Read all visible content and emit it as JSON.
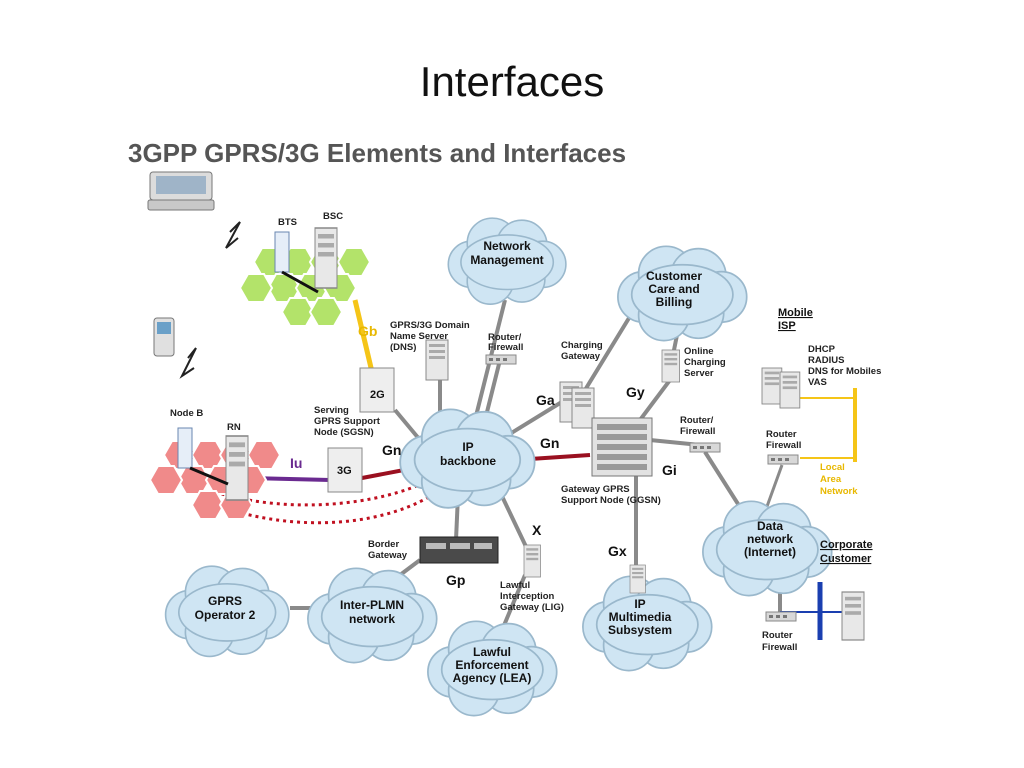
{
  "slide_title": "Interfaces",
  "diagram_title": "3GPP GPRS/3G Elements and Interfaces",
  "clouds": {
    "network_management": [
      "Network",
      "Management"
    ],
    "customer_care": [
      "Customer",
      "Care and",
      "Billing"
    ],
    "ip_backbone": [
      "IP",
      "backbone"
    ],
    "data_network": [
      "Data",
      "network",
      "(Internet)"
    ],
    "gprs_operator2": [
      "GPRS",
      "Operator 2"
    ],
    "inter_plmn": [
      "Inter-PLMN",
      "network"
    ],
    "lawful_enforcement": [
      "Lawful",
      "Enforcement",
      "Agency (LEA)"
    ],
    "ip_multimedia": [
      "IP",
      "Multimedia",
      "Subsystem"
    ]
  },
  "nodes": {
    "bts": "BTS",
    "bsc": "BSC",
    "node_b": "Node B",
    "rn": "RN",
    "sgsn_2g": "2G",
    "sgsn_3g": "3G",
    "sgsn_label": [
      "Serving",
      "GPRS Support",
      "Node (SGSN)"
    ],
    "dns_label": [
      "GPRS/3G Domain",
      "Name Server",
      "(DNS)"
    ],
    "router_firewall_top": [
      "Router/",
      "Firewall"
    ],
    "charging_gateway": [
      "Charging",
      "Gateway"
    ],
    "online_charging": [
      "Online",
      "Charging",
      "Server"
    ],
    "router_firewall_right": [
      "Router/",
      "Firewall"
    ],
    "ggsn_label": [
      "Gateway GPRS",
      "Support Node (GGSN)"
    ],
    "border_gateway": [
      "Border",
      "Gateway"
    ],
    "lig_label": [
      "Lawful",
      "Interception",
      "Gateway (LIG)"
    ],
    "mobile_isp": [
      "Mobile",
      "ISP"
    ],
    "isp_services": [
      "DHCP",
      "RADIUS",
      "DNS for Mobiles",
      "VAS"
    ],
    "router_firewall_isp": [
      "Router",
      "Firewall"
    ],
    "local_area_network": [
      "Local",
      "Area",
      "Network"
    ],
    "corporate_customer": [
      "Corporate",
      "Customer"
    ],
    "router_firewall_corp": [
      "Router",
      "Firewall"
    ]
  },
  "interfaces": {
    "gb": "Gb",
    "iu": "Iu",
    "gn_left": "Gn",
    "gn_right": "Gn",
    "ga": "Ga",
    "gy": "Gy",
    "gi": "Gi",
    "gp": "Gp",
    "x": "X",
    "gx": "Gx"
  },
  "colors": {
    "cloud_fill": "#cfe5f3",
    "cloud_stroke": "#9ab8cc",
    "link_gray": "#8a8a8a",
    "link_gb": "#f5c518",
    "link_iu": "#6a2a90",
    "link_gn": "#9a1020",
    "dotted_red": "#c01020",
    "hex_green": "#b3e36a",
    "hex_red": "#f08a8a",
    "lan_yellow": "#f5c518",
    "corp_blue": "#1a3fb0"
  }
}
